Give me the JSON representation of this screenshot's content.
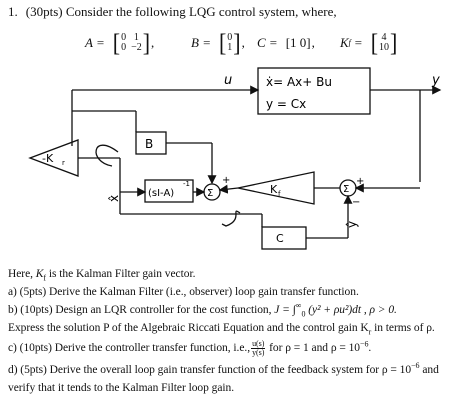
{
  "question": {
    "number": "1.",
    "intro": "(30pts) Consider the following LQG control system, where,"
  },
  "matrices": {
    "A_label": "A =",
    "A_rows": [
      [
        "0",
        "1"
      ],
      [
        "0",
        "−2"
      ]
    ],
    "B_label": "B =",
    "B_rows": [
      [
        "0"
      ],
      [
        "1"
      ]
    ],
    "C_label": "C =",
    "C_row": "[1  0]",
    "Kf_label": "K",
    "Kf_sub": "f",
    "Kf_eq": "=",
    "Kf_rows": [
      [
        "4"
      ],
      [
        "10"
      ]
    ]
  },
  "diagram": {
    "u_label": "u",
    "y_label": "y",
    "plant_eq1": "ẋ= Ax+ Bu",
    "plant_eq2": "y = Cx",
    "B_block": "B",
    "C_block": "C",
    "integrator_block": "(sI-A)",
    "integrator_exp": "-1",
    "neg_kr": "-K",
    "neg_kr_sub": "r",
    "kf_block": "K",
    "kf_sub": "f",
    "sigma": "Σ",
    "xhat": "x̂",
    "yhat": "ŷ",
    "plus": "+",
    "minus": "−"
  },
  "text": {
    "note_pre": "Here, ",
    "note_K": "K",
    "note_sub": "f",
    "note_post": " is the Kalman Filter gain vector.",
    "a": "a) (5pts) Derive the Kalman Filter (i.e., observer) loop gain transfer function.",
    "b_pre": "b) (10pts) Design an LQR controller for the cost function, ",
    "b_J": "J = ∫",
    "b_lim_top": "∞",
    "b_lim_bot": "0",
    "b_integrand": " (y² + ρu²)dt ,  ρ > 0.",
    "b_line2": "Express the solution P of the Algebraic Riccati Equation and the control gain K",
    "b_line2_sub": "r",
    "b_line2_post": " in terms of ρ.",
    "c_pre": "c) (10pts) Derive the controller transfer function, i.e.,",
    "c_frac_top": "u(s)",
    "c_frac_bot": "y(s)",
    "c_post": " for ρ = 1 and ρ = 10",
    "c_exp": "−6",
    "c_end": ".",
    "d_line1": "d) (5pts) Derive the overall loop gain transfer function of the feedback system for ρ = 10",
    "d_exp": "−6",
    "d_line1_end": " and",
    "d_line2": "verify that it tends to the Kalman Filter loop gain."
  }
}
